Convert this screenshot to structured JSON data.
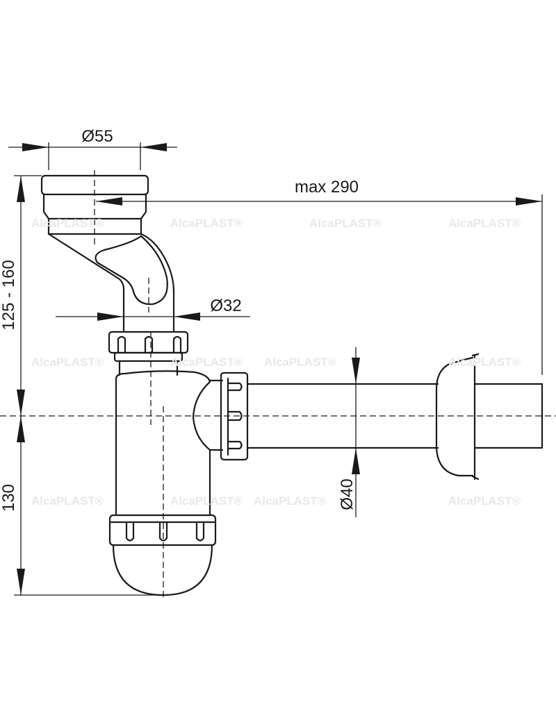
{
  "drawing": {
    "title": "Bottle siphon technical drawing",
    "watermark": "AlcaPLAST®",
    "dimensions": {
      "inlet_diameter": "Ø55",
      "max_length": "max 290",
      "tail_diameter": "Ø32",
      "height_range": "125 - 160",
      "lower_height": "130",
      "outlet_diameter": "Ø40"
    },
    "colors": {
      "line": "#1a1a1a",
      "background": "#ffffff",
      "watermark": "#e8e8e8"
    }
  }
}
